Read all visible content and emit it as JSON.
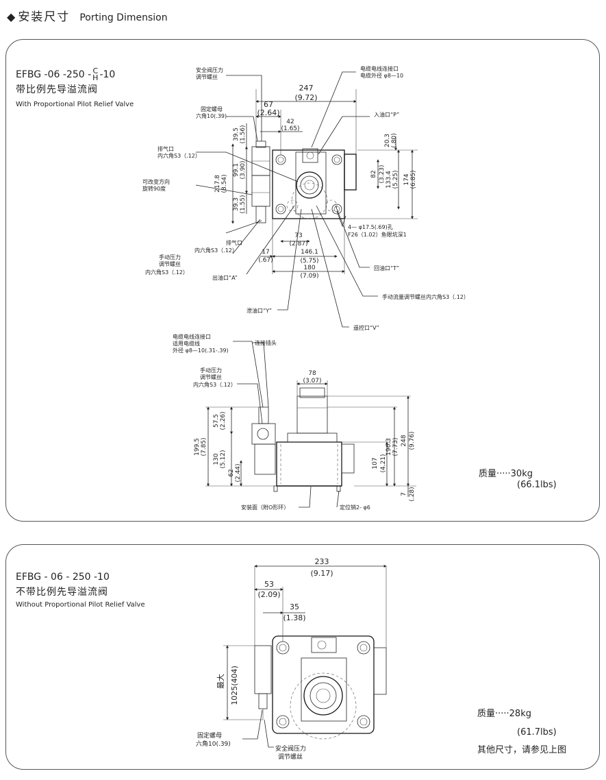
{
  "header": {
    "bullet": "◆",
    "title_cn": "安装尺寸",
    "title_en": "Porting Dimension"
  },
  "panel1": {
    "model": {
      "prefix": "EFBG -06 -250 -",
      "frac_top": "C",
      "frac_bottom": "H",
      "suffix": " -10"
    },
    "subtitle_cn": "带比例先导溢流阀",
    "subtitle_en": "With Proportional Pilot Relief Valve",
    "weight_label": "质量·····30kg",
    "weight_lbs": "(66.1lbs)",
    "labels": {
      "safety_valve": [
        "安全阀压力",
        "调节螺丝"
      ],
      "lock_nut": [
        "固定螺母",
        "六角10(.39)"
      ],
      "vent1": [
        "排气口",
        "内六角S3（.12）"
      ],
      "rotate": [
        "可改变方向",
        "旋转90度"
      ],
      "vent2": [
        "排气口",
        "内六角S3（.12）"
      ],
      "manual_pressure": [
        "手动压力",
        "调节螺丝",
        "内六角S3（.12）"
      ],
      "outlet_a": "出油口“A”",
      "drain_y": "泄油口“Y”",
      "remote_v": "遥控口“V”",
      "cable_port": [
        "电缆电线连接口",
        "电缆外径 φ8—10"
      ],
      "inlet_p": "入油口“P”",
      "holes": [
        "4— φ17.5(.69)孔",
        "F26（1.02）鱼眼坑深1"
      ],
      "return_t": "回油口“T”",
      "flow_screw": "手动流量调节螺丝内六角S3（.12）",
      "cable_port2": [
        "电缆电线连接口",
        "适用电缆线",
        "外径 φ8—10(.31-.39)"
      ],
      "connector": "连接插头",
      "manual_pressure2": [
        "手动压力",
        "调节螺丝",
        "内六角S3（.12）"
      ],
      "mount_face": "安装面（附O形环）",
      "pin": "定位销2- φ6"
    },
    "dims": {
      "d247": "247",
      "d247i": "(9.72)",
      "d67": "67",
      "d67i": "(2.64)",
      "d42": "42",
      "d42i": "(1.65)",
      "d39_5": "39.5",
      "d39_5i": "(1.56)",
      "d217": "217.8",
      "d217i": "(8.54)",
      "d99": "99.1",
      "d99i": "(3.90)",
      "d39_3": "39.3",
      "d39_3i": "(1.55)",
      "d20": "20.3",
      "d20i": "(.80)",
      "d82": "82",
      "d82i": "(3.23)",
      "d133": "133.4",
      "d133i": "(5.25)",
      "d174": "174",
      "d174i": "(6.85)",
      "d73": "73",
      "d73i": "(2.87)",
      "d17": "17",
      "d17i": "(.67)",
      "d146": "146.1",
      "d146i": "(5.75)",
      "d180": "180",
      "d180i": "(7.09)",
      "d78": "78",
      "d78i": "(3.07)",
      "d199": "199.5",
      "d199i": "(7.85)",
      "d57": "57.5",
      "d57i": "(2.26)",
      "d130": "130",
      "d130i": "(5.12)",
      "d62": "62",
      "d62i": "(2.44)",
      "d107": "107",
      "d107i": "(4.21)",
      "d196": "196.3",
      "d196i": "(7.73)",
      "d248": "248",
      "d248i": "(9.76)",
      "d7": "7",
      "d7i": "(.28)"
    }
  },
  "panel2": {
    "model": "EFBG - 06 - 250 -10",
    "subtitle_cn": "不带比例先导溢流阀",
    "subtitle_en": "Without Proportional Pilot Relief Valve",
    "weight_label": "质量·····28kg",
    "weight_lbs": "(61.7lbs)",
    "note": "其他尺寸，请参见上图",
    "labels": {
      "max": "最大",
      "d1025": "1025(404)",
      "lock_nut": [
        "固定螺母",
        "六角10(.39)"
      ],
      "safety_valve": [
        "安全阀压力",
        "调节螺丝"
      ]
    },
    "dims": {
      "d233": "233",
      "d233i": "(9.17)",
      "d53": "53",
      "d53i": "(2.09)",
      "d35": "35",
      "d35i": "(1.38)"
    }
  }
}
